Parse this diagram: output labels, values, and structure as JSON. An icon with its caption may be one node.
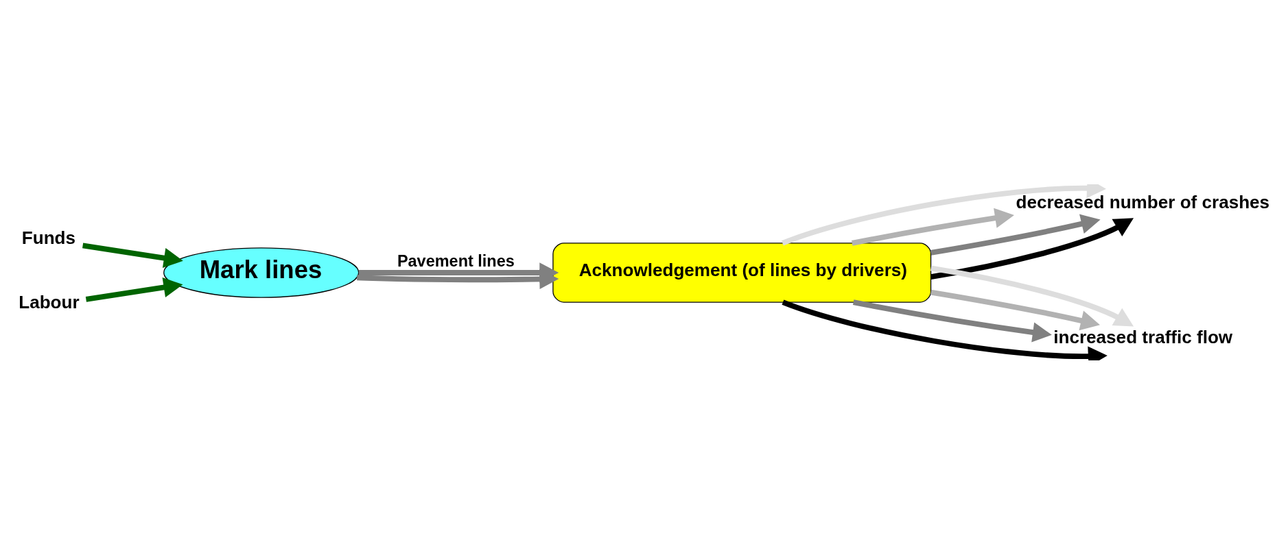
{
  "diagram": {
    "nodes": [
      {
        "text": [
          "Funds"
        ]
      },
      {
        "text": [
          "Labour"
        ]
      },
      {
        "text": [
          "Mark lines"
        ]
      },
      {
        "text": [
          "Acknowledgement (of lines by drivers)"
        ]
      },
      {
        "text": [
          "decreased number of crashes"
        ]
      },
      {
        "text": [
          "increased traffic flow"
        ]
      }
    ],
    "edges": [
      {
        "from": 0,
        "to": 2,
        "arrow": "to",
        "color": "#006400"
      },
      {
        "from": 1,
        "to": 2,
        "arrow": "to",
        "color": "#006400"
      },
      {
        "from": 2,
        "to": 3,
        "arrow": "to",
        "label": "Pavement lines",
        "color": "#808080"
      },
      {
        "from": 2,
        "to": 3,
        "arrow": "to",
        "color": "#808080"
      },
      {
        "from": 3,
        "to": 4,
        "arrow": "to",
        "color": "#000000"
      },
      {
        "from": 3,
        "to": 4,
        "arrow": "to",
        "color": "#808080"
      },
      {
        "from": 3,
        "to": 4,
        "arrow": "to",
        "color": "#b2b2b2"
      },
      {
        "from": 3,
        "to": 4,
        "arrow": "to",
        "color": "#dddddd"
      },
      {
        "from": 3,
        "to": 5,
        "arrow": "to",
        "color": "#000000"
      },
      {
        "from": 3,
        "to": 5,
        "arrow": "to",
        "color": "#808080"
      },
      {
        "from": 3,
        "to": 5,
        "arrow": "to",
        "color": "#b2b2b2"
      },
      {
        "from": 3,
        "to": 5,
        "arrow": "to",
        "color": "#dddddd"
      }
    ]
  }
}
